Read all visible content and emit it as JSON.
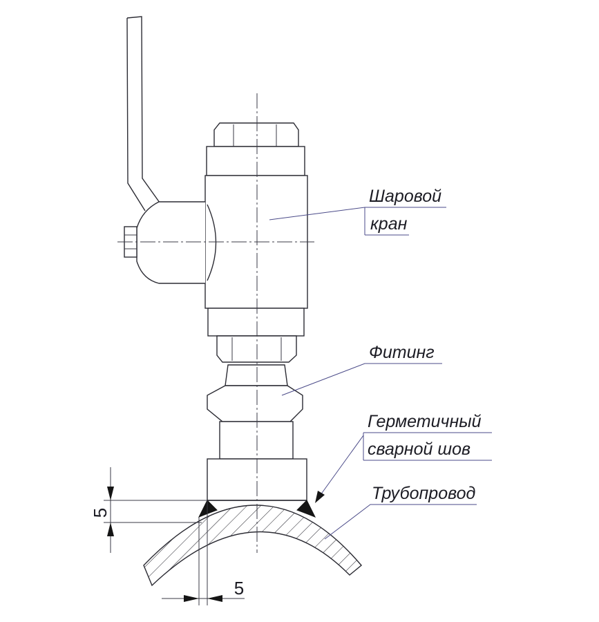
{
  "labels": {
    "ball_valve_line1": "Шаровой",
    "ball_valve_line2": "кран",
    "fitting": "Фитинг",
    "weld_line1": "Герметичный",
    "weld_line2": "сварной шов",
    "pipeline": "Трубопровод"
  },
  "dimensions": {
    "weld_height": "5",
    "weld_width": "5"
  },
  "colors": {
    "line": "#2b2b33",
    "weld": "#151515",
    "leader": "#4a4a88"
  }
}
